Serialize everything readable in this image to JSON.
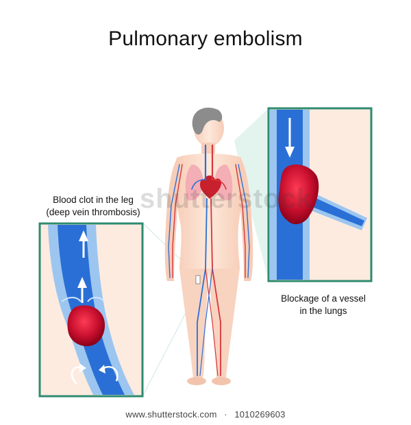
{
  "title": "Pulmonary embolism",
  "captions": {
    "leg": [
      "Blood clot in the leg",
      "(deep vein thrombosis)"
    ],
    "lungs": [
      "Blockage of a vessel",
      "in the lungs"
    ]
  },
  "watermark": "shutterstock",
  "footer": {
    "site": "www.shutterstock.com",
    "sep": "·",
    "id": "1010269603"
  },
  "colors": {
    "frame": "#2e8b6f",
    "skin": "#fbe3d3",
    "vein": "#2a6fd6",
    "vein_light": "#9cc6f0",
    "artery": "#d8343a",
    "clot": "#c8102e",
    "hair": "#8c8c8c"
  }
}
